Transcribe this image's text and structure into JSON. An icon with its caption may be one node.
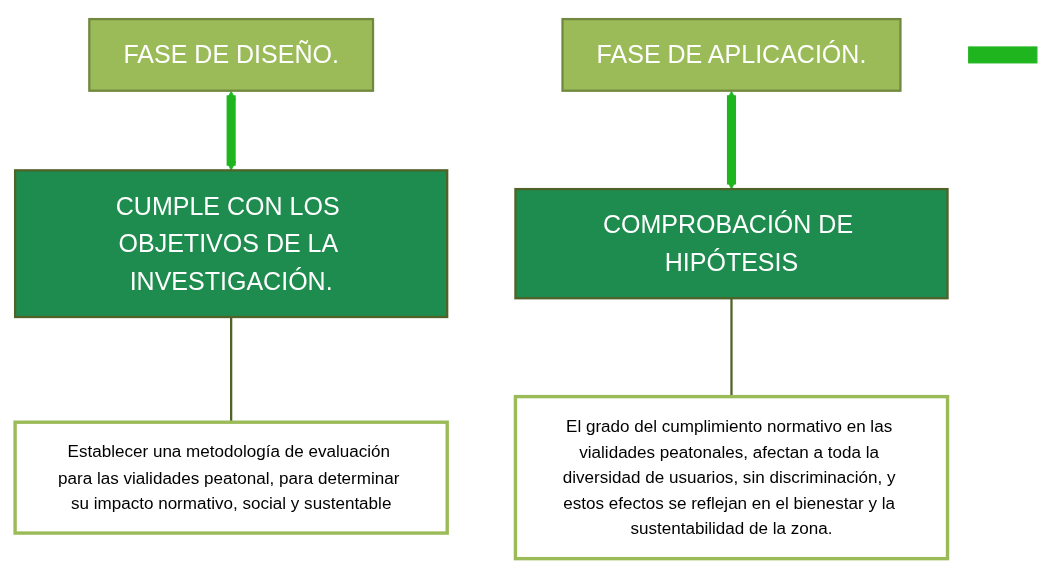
{
  "diagram": {
    "nodes": [
      {
        "text": [
          "FASE DE DISEÑO."
        ]
      },
      {
        "text": [
          "FASE DE APLICACIÓN."
        ]
      },
      {
        "text": [],
        "shape": "bar"
      },
      {
        "text": [
          "CUMPLE CON LOS OBJETIVOS DE LA INVESTIGACIÓN."
        ]
      },
      {
        "text": [
          "Establecer una metodología de evaluación para las vialidades peatonal, para determinar su impacto normativo, social y sustentable"
        ]
      },
      {
        "text": [
          "COMPROBACIÓN DE HIPÓTESIS"
        ]
      },
      {
        "text": [
          "El grado del cumplimiento normativo en las vialidades peatonales, afectan a toda la diversidad de usuarios, sin discriminación, y estos efectos se reflejan en el bienestar y la sustentabilidad de la zona."
        ]
      }
    ],
    "edges": [
      {
        "from": 0,
        "to": 3,
        "arrow": "both",
        "style": "thick",
        "color": "#1fb51f"
      },
      {
        "from": 1,
        "to": 5,
        "arrow": "both",
        "style": "thick",
        "color": "#1fb51f"
      },
      {
        "from": 3,
        "to": 4,
        "arrow": "none"
      },
      {
        "from": 5,
        "to": 6,
        "arrow": "none"
      }
    ]
  }
}
